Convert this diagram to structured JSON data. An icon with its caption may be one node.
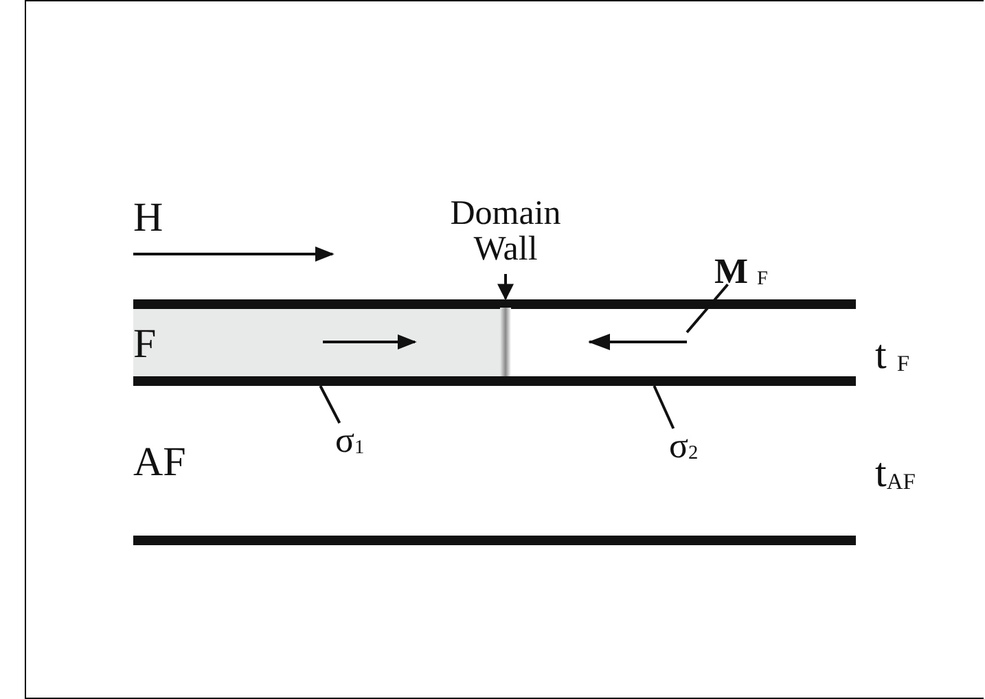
{
  "diagram": {
    "nodes": [
      {
        "text": [
          "Domain Wall"
        ]
      },
      {
        "text": [],
        "shape": "bar"
      },
      {
        "text": [
          "**M** $_{F}$"
        ]
      },
      {
        "text": [],
        "shape": "arrow"
      },
      {
        "text": [
          "σ$_{1}$"
        ]
      },
      {
        "text": [
          "σ$_{2}$"
        ]
      },
      {
        "text": [],
        "shape": "bar"
      }
    ],
    "edges": [
      {
        "from": 0,
        "to": 1,
        "arrow": "to"
      },
      {
        "from": 2,
        "to": 3,
        "arrow": "none"
      },
      {
        "from": 4,
        "to": 6,
        "arrow": "none"
      },
      {
        "from": 5,
        "to": 6,
        "arrow": "none"
      }
    ],
    "labels": [
      "H",
      "F",
      "AF",
      "t $_{F}$",
      "t$_{AF}$"
    ]
  }
}
